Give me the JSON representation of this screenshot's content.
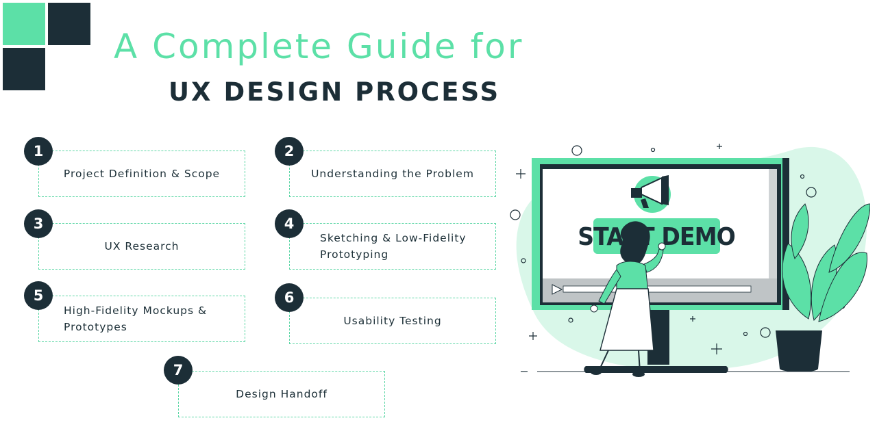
{
  "colors": {
    "accent_green": "#5ce0a7",
    "dark_navy": "#1c2e37",
    "dashed_border": "#5ad6a4",
    "light_mint": "#d9f7e9"
  },
  "header": {
    "title_line1": "A Complete Guide for",
    "title_line2": "UX DESIGN PROCESS"
  },
  "steps": [
    {
      "number": "1",
      "label": "Project Definition & Scope"
    },
    {
      "number": "2",
      "label": "Understanding the Problem"
    },
    {
      "number": "3",
      "label": "UX Research"
    },
    {
      "number": "4",
      "label": "Sketching & Low-Fidelity Prototyping"
    },
    {
      "number": "5",
      "label": "High-Fidelity Mockups & Prototypes"
    },
    {
      "number": "6",
      "label": "Usability Testing"
    },
    {
      "number": "7",
      "label": "Design Handoff"
    }
  ],
  "illustration": {
    "screen_button_text": "START DEMO",
    "icons": [
      "megaphone-icon",
      "play-icon"
    ]
  }
}
